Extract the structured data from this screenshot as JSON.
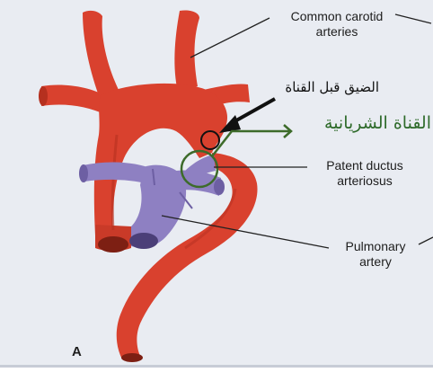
{
  "labels": {
    "common_carotid_line1": "Common carotid",
    "common_carotid_line2": "arteries",
    "pda_line1": "Patent ductus",
    "pda_line2": "arteriosus",
    "pulmonary_line1": "Pulmonary",
    "pulmonary_line2": "artery",
    "panel": "A"
  },
  "annotations": {
    "coarctation_ar": "الضيق قبل القناة",
    "ductus_ar": "القناة الشريانية"
  },
  "colors": {
    "background": "#e9ecf2",
    "aorta": "#d9412e",
    "aorta_shadow": "#b5301f",
    "pulmonary": "#8e80c2",
    "pulmonary_shadow": "#6d5fa3",
    "ductus_annotation": "#2e6a2a"
  }
}
